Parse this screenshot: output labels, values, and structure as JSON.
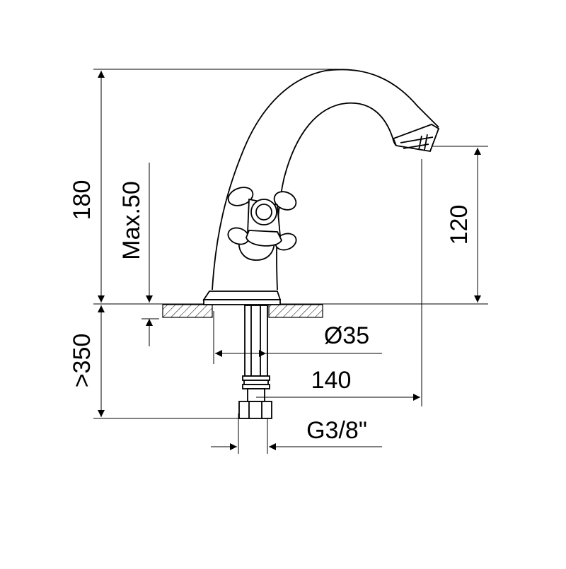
{
  "drawing": {
    "dimensions": {
      "height_total": "180",
      "deck_max": "Max.50",
      "spout_height": "120",
      "hose_length": ">350",
      "base_diameter": "Ø35",
      "spout_reach": "140",
      "thread_connection": "G3/8\""
    }
  }
}
